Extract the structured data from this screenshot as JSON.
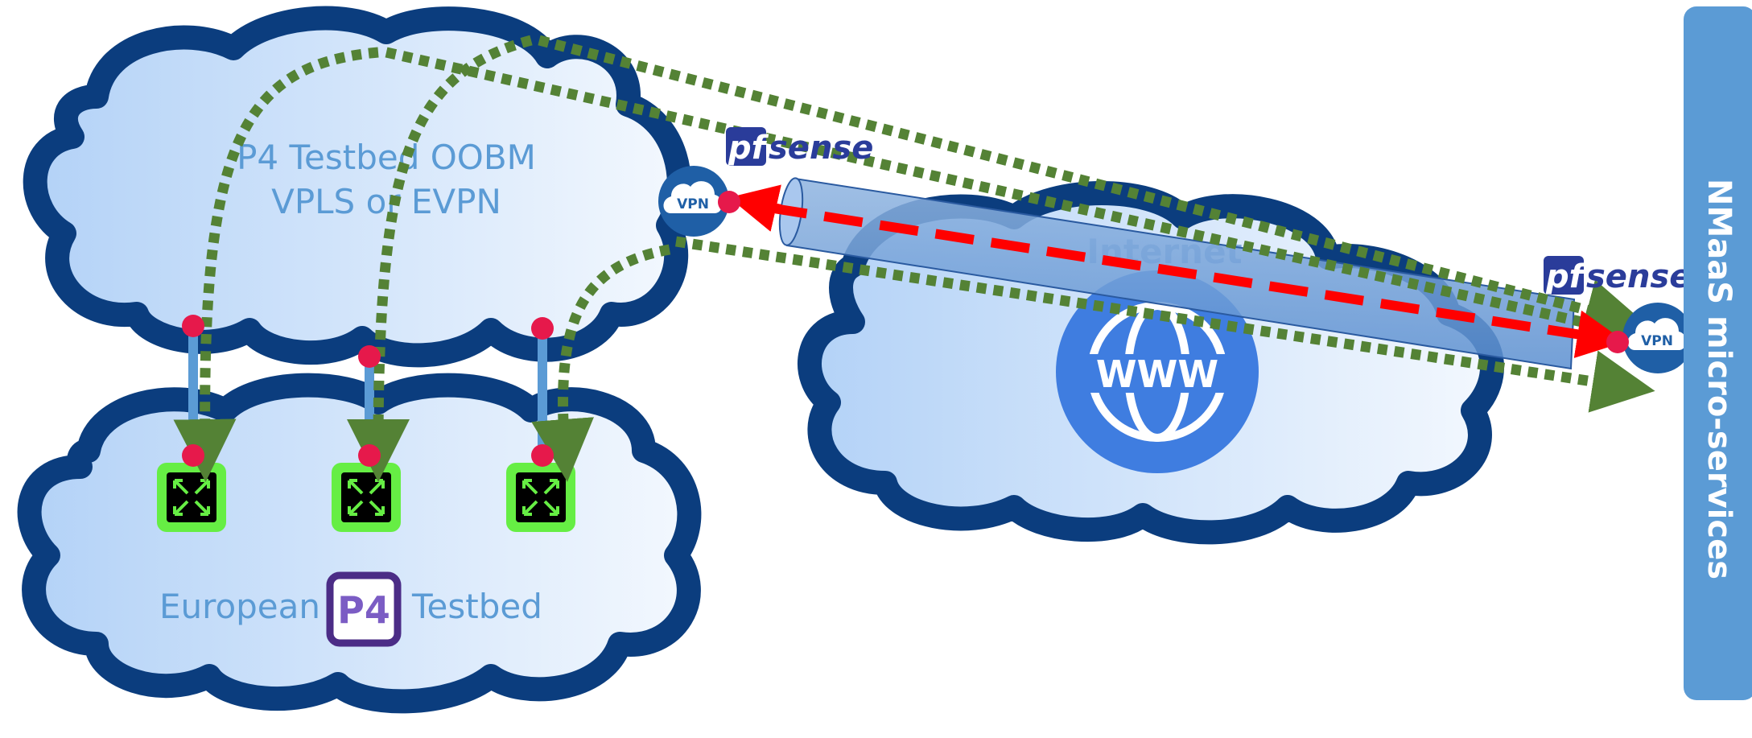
{
  "oobm_cloud": {
    "title_line1": "P4 Testbed OOBM",
    "title_line2": "VPLS or EVPN"
  },
  "testbed_cloud": {
    "label_left": "European",
    "label_right": "Testbed",
    "logo_text": "P4"
  },
  "internet_cloud": {
    "label": "Internet",
    "globe_text": "WWW"
  },
  "firewall_left": {
    "brand_pf": "pf",
    "brand_sense": "sense",
    "vpn_label": "VPN"
  },
  "firewall_right": {
    "brand_pf": "pf",
    "brand_sense": "sense",
    "vpn_label": "VPN"
  },
  "sidebar": {
    "label": "NMaaS micro-services"
  },
  "colors": {
    "cloud_outline": "#0b3d7e",
    "cloud_fill": "#cfe3fa",
    "dotted_arrow": "#548235",
    "tunnel_arrow": "#ff0000",
    "endpoint_dot": "#e6194b",
    "switch_green": "#66ee44",
    "sidebar_blue": "#5b9bd5"
  },
  "icons": {
    "switch": "switch-icon",
    "vpn": "vpn-cloud-icon",
    "globe": "www-globe-icon",
    "p4": "p4-logo-icon"
  }
}
